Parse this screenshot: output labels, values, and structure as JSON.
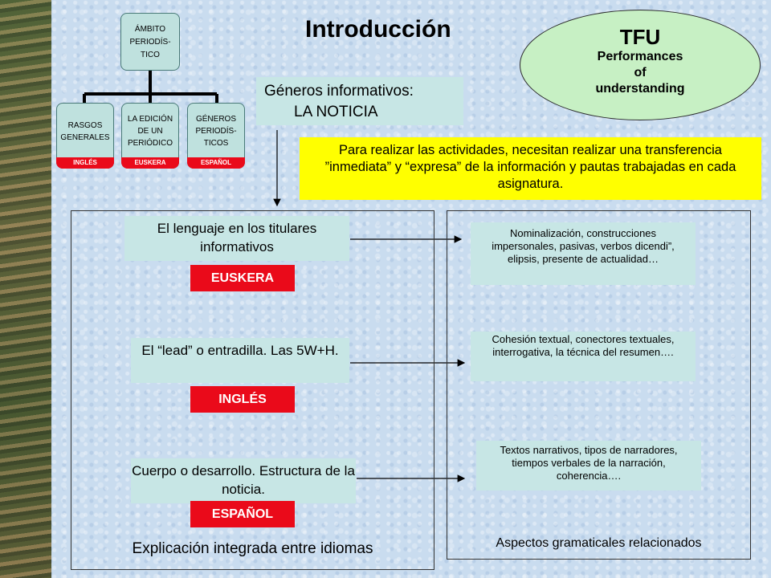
{
  "slide": {
    "title": "Introducción",
    "tree": {
      "root": "ÁMBITO PERIODÍS-TICO",
      "children": [
        {
          "label": "RASGOS GENERALES",
          "tag": "INGLÉS"
        },
        {
          "label": "LA EDICIÓN DE UN PERIÓDICO",
          "tag": "EUSKERA"
        },
        {
          "label": "GÉNEROS PERIODÍS-TICOS",
          "tag": "ESPAÑOL"
        }
      ]
    },
    "tfu": {
      "title": "TFU",
      "line1": "Performances",
      "line2": "of",
      "line3": "understanding"
    },
    "genres": {
      "line1": "Géneros informativos:",
      "line2": "LA NOTICIA"
    },
    "note": "Para realizar las actividades, necesitan realizar una transferencia ”inmediata” y “expresa” de la información y pautas trabajadas en cada asignatura.",
    "left_panel": {
      "caption": "Explicación integrada entre idiomas",
      "items": [
        {
          "topic": "El lenguaje en los titulares informativos",
          "language": "EUSKERA"
        },
        {
          "topic": "El “lead” o entradilla. Las 5W+H.",
          "language": "INGLÉS"
        },
        {
          "topic": "Cuerpo o desarrollo. Estructura de la noticia.",
          "language": "ESPAÑOL"
        }
      ]
    },
    "right_panel": {
      "caption": "Aspectos gramaticales relacionados",
      "items": [
        "Nominalización, construcciones impersonales, pasivas, verbos dicendi”, elipsis, presente de actualidad…",
        "Cohesión textual, conectores textuales, interrogativa, la técnica del resumen….",
        "Textos narrativos, tipos de narradores, tiempos verbales de la narración, coherencia…."
      ]
    },
    "colors": {
      "background": "#c9dcef",
      "teal_box": "#c7e6e5",
      "red_label": "#ea0a1a",
      "note_yellow": "#ffff00",
      "ellipse_green": "#c7f0c4"
    }
  }
}
